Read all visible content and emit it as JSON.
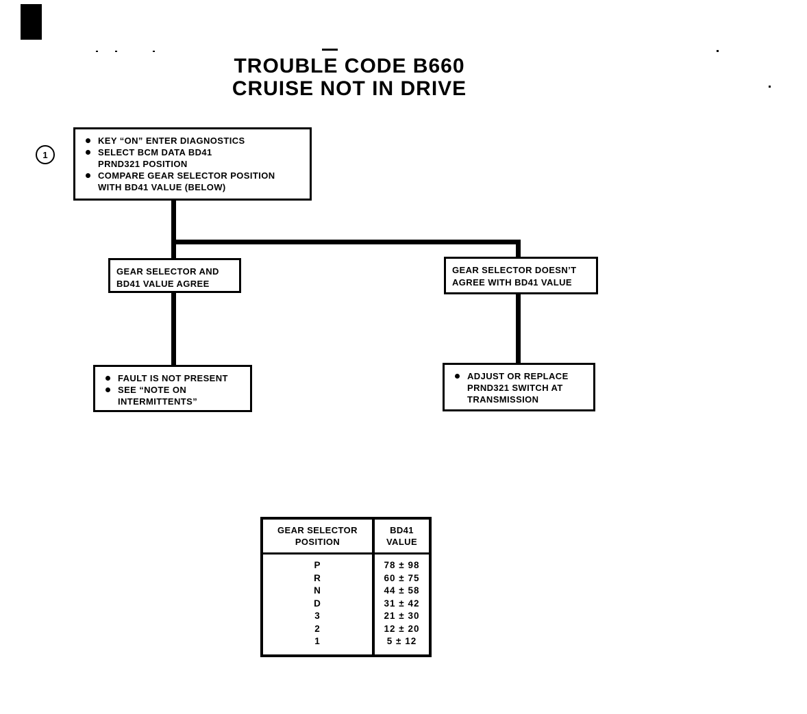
{
  "title": {
    "text": "TROUBLE CODE B660\nCRUISE NOT IN DRIVE"
  },
  "flowchart": {
    "step_number": "1",
    "start_box": {
      "bullets": [
        "KEY “ON” ENTER DIAGNOSTICS",
        "SELECT BCM DATA BD41\nPRND321 POSITION",
        "COMPARE GEAR SELECTOR POSITION\nWITH BD41 VALUE (BELOW)"
      ]
    },
    "branch_agree": {
      "text": "GEAR SELECTOR AND\nBD41 VALUE AGREE"
    },
    "branch_disagree": {
      "text": "GEAR SELECTOR DOESN’T\nAGREE WITH BD41 VALUE"
    },
    "outcome_agree": {
      "bullets": [
        "FAULT IS NOT PRESENT",
        "SEE “NOTE ON\nINTERMITTENTS”"
      ]
    },
    "outcome_disagree": {
      "bullets": [
        "ADJUST OR REPLACE\nPRND321 SWITCH AT\nTRANSMISSION"
      ]
    }
  },
  "table": {
    "col1_header": "GEAR SELECTOR\nPOSITION",
    "col2_header": "BD41\nVALUE",
    "rows": [
      {
        "position": "P",
        "value": "78 ± 98"
      },
      {
        "position": "R",
        "value": "60 ± 75"
      },
      {
        "position": "N",
        "value": "44 ± 58"
      },
      {
        "position": "D",
        "value": "31 ± 42"
      },
      {
        "position": "3",
        "value": "21 ± 30"
      },
      {
        "position": "2",
        "value": "12 ± 20"
      },
      {
        "position": "1",
        "value": "5 ± 12"
      }
    ]
  },
  "colors": {
    "ink": "#000000",
    "paper": "#ffffff"
  }
}
